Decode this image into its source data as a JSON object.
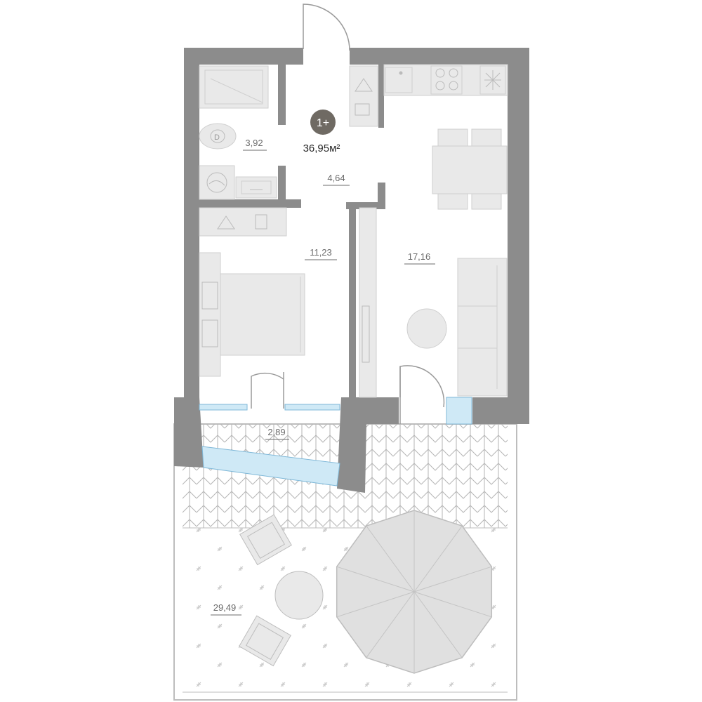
{
  "plan": {
    "badge": "1+",
    "total_area": "36,95м²",
    "rooms": {
      "bathroom": "3,92",
      "hallway": "4,64",
      "bedroom": "11,23",
      "living_kitchen": "17,16",
      "loggia": "2,89",
      "terrace": "29,49"
    }
  },
  "colors": {
    "wall": "#8c8c8c",
    "furniture_fill": "#e9e9e9",
    "furniture_stroke": "#cfcfcf",
    "window": "#cfe9f6",
    "badge": "#6f6a63"
  },
  "icons": [
    "shower-icon",
    "toilet-icon",
    "washing-machine-icon",
    "sink-icon",
    "hanger-icon",
    "stove-icon",
    "fan-icon",
    "umbrella-icon"
  ]
}
